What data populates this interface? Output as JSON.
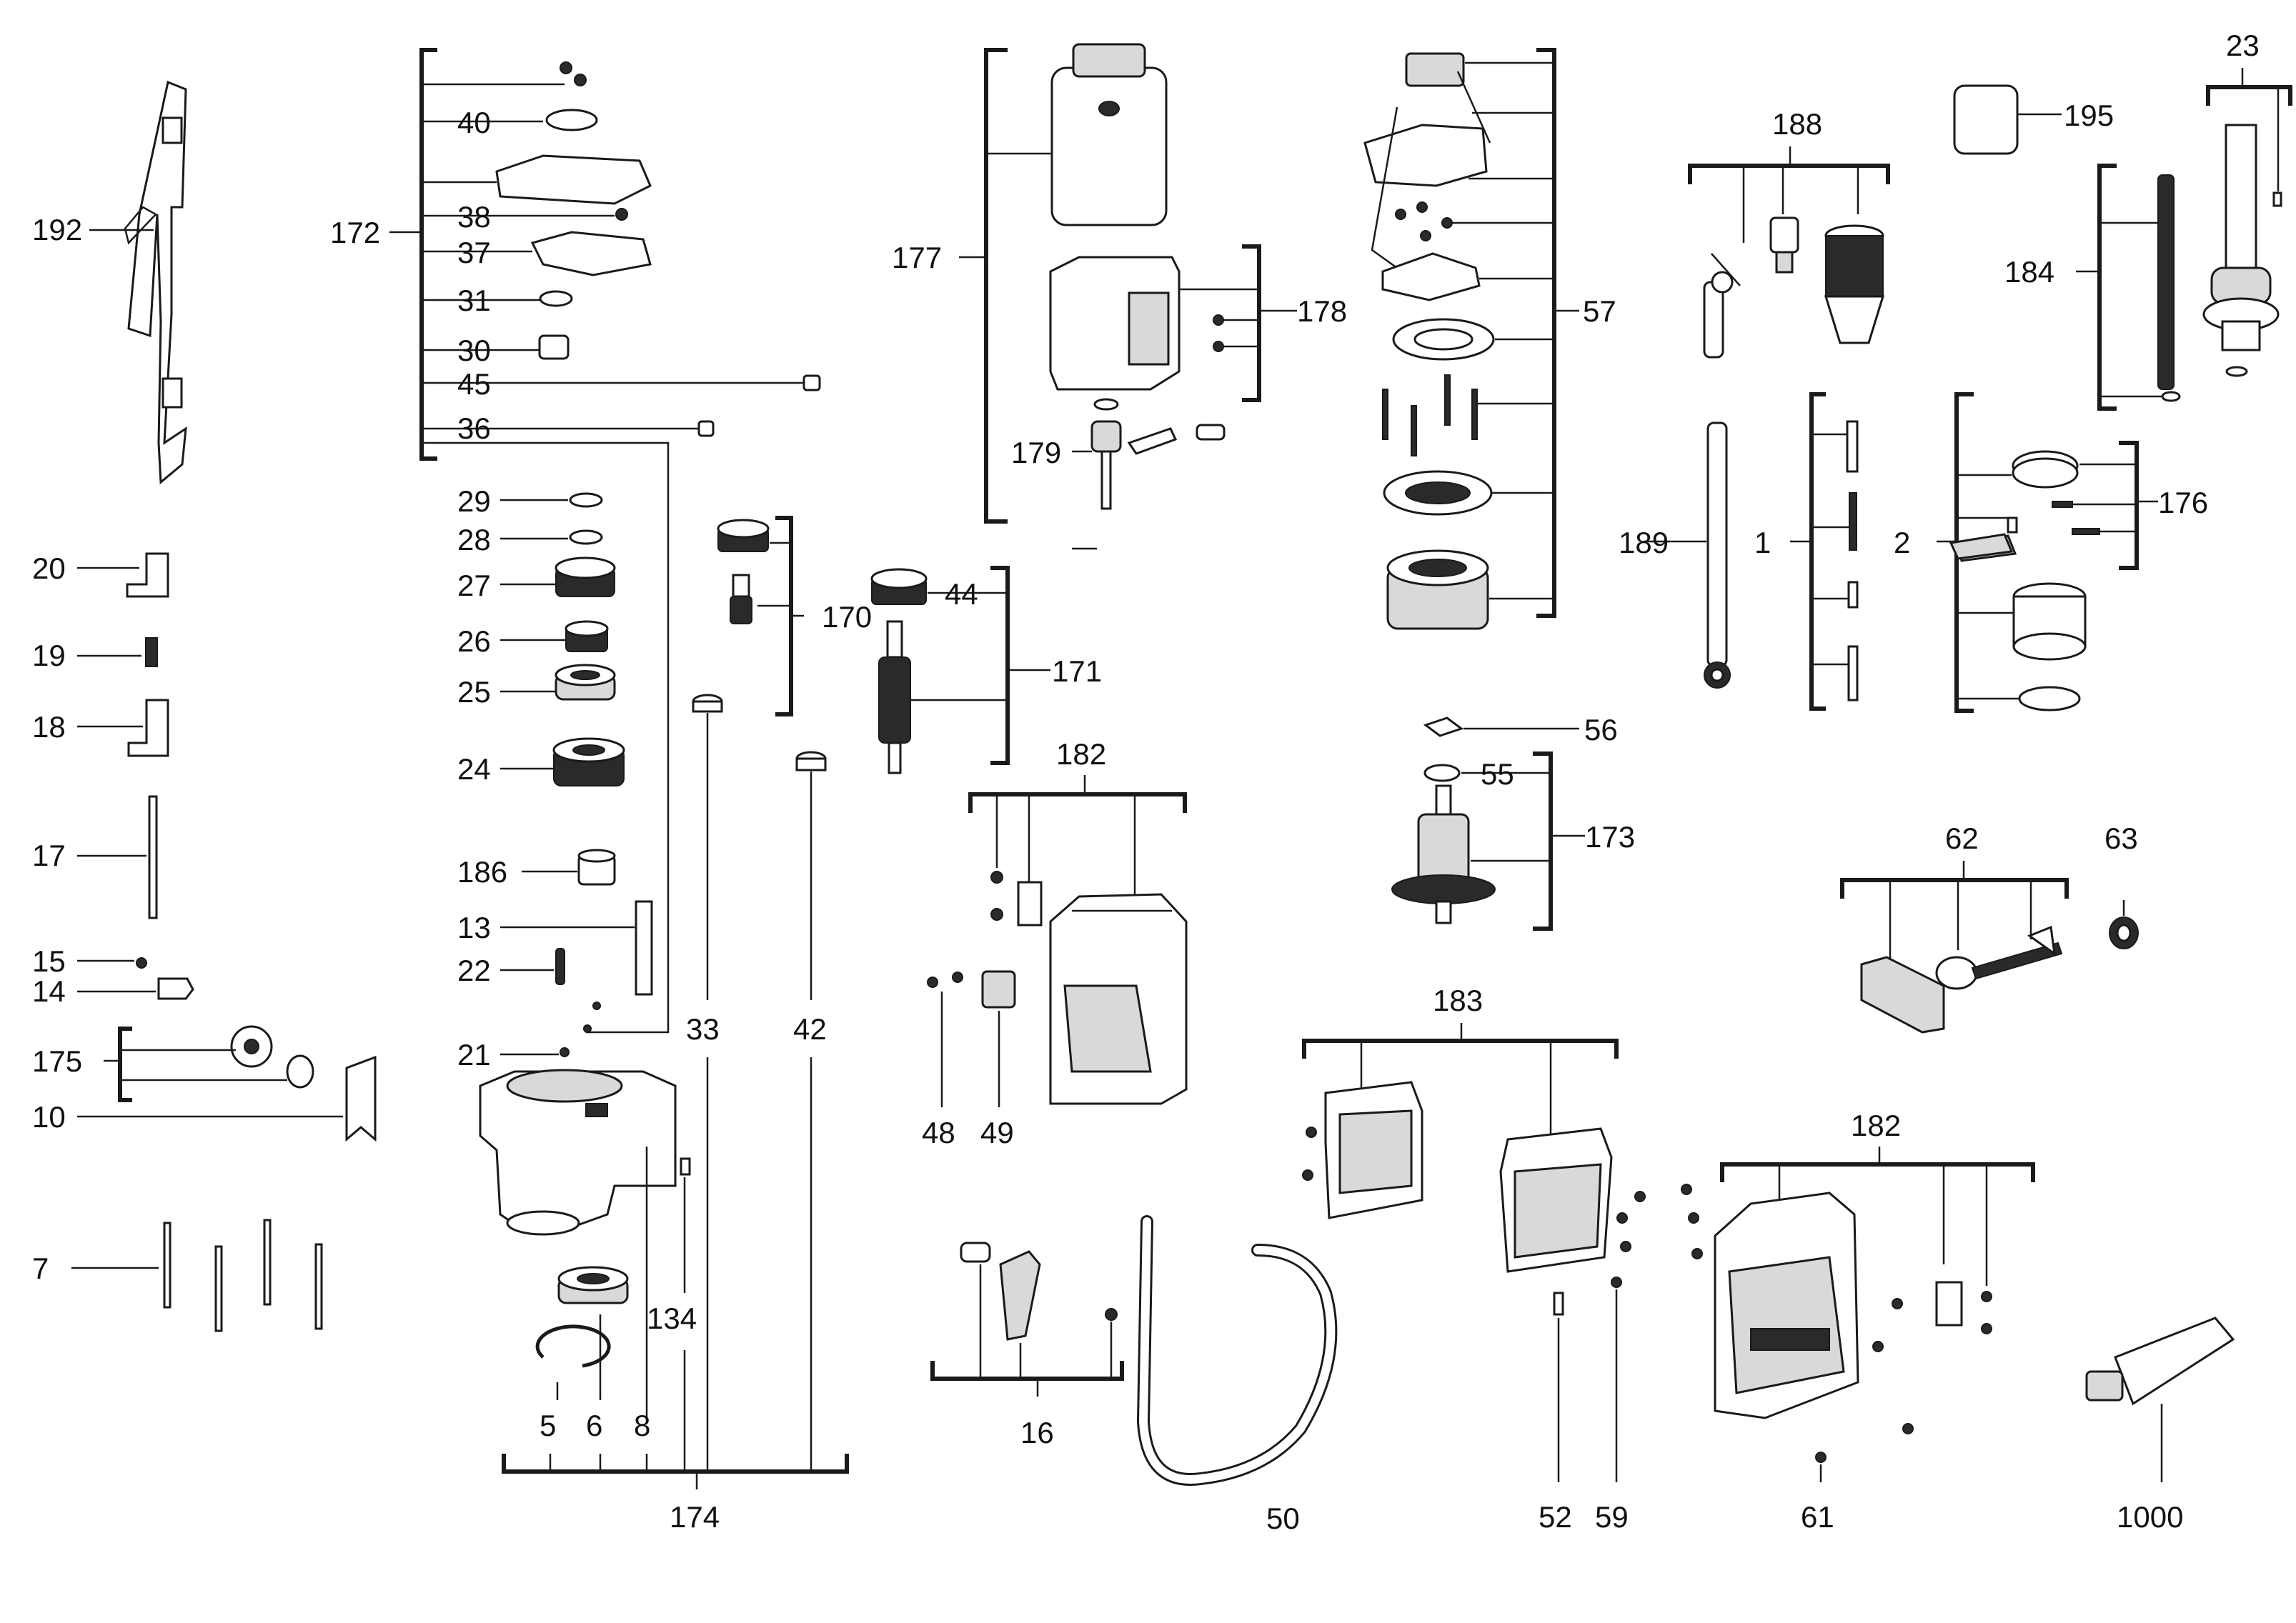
{
  "labels": {
    "l192": "192",
    "l172": "172",
    "l40": "40",
    "l38": "38",
    "l37": "37",
    "l31": "31",
    "l30": "30",
    "l45": "45",
    "l36": "36",
    "l29": "29",
    "l28": "28",
    "l27": "27",
    "l26": "26",
    "l25": "25",
    "l24": "24",
    "l186": "186",
    "l13": "13",
    "l22": "22",
    "l21": "21",
    "l20": "20",
    "l19": "19",
    "l18": "18",
    "l17": "17",
    "l15": "15",
    "l14": "14",
    "l175": "175",
    "l10": "10",
    "l7": "7",
    "l5": "5",
    "l6": "6",
    "l8": "8",
    "l134": "134",
    "l174": "174",
    "l33": "33",
    "l42": "42",
    "l170": "170",
    "l44": "44",
    "l171": "171",
    "l177": "177",
    "l178": "178",
    "l179": "179",
    "l182a": "182",
    "l48": "48",
    "l49": "49",
    "l16": "16",
    "l50": "50",
    "l57": "57",
    "l56": "56",
    "l55": "55",
    "l173": "173",
    "l183": "183",
    "l52": "52",
    "l59": "59",
    "l182b": "182",
    "l61": "61",
    "l1000": "1000",
    "l188": "188",
    "l195": "195",
    "l23": "23",
    "l184": "184",
    "l189": "189",
    "l1": "1",
    "l2": "2",
    "l176": "176",
    "l62": "62",
    "l63": "63"
  },
  "colors": {
    "ink": "#1a1a1a",
    "part_fill": "#ffffff",
    "shade": "#d9d9d9",
    "dark": "#2a2a2a"
  }
}
